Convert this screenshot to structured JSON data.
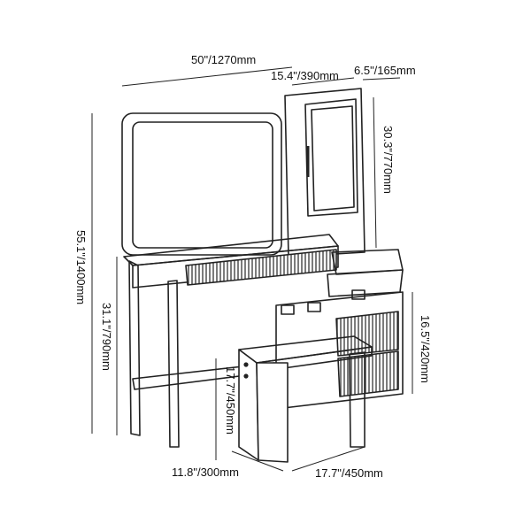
{
  "dimensions": {
    "total_width": "50\"/1270mm",
    "cabinet_width": "15.4\"/390mm",
    "cabinet_depth": "6.5\"/165mm",
    "cabinet_height": "30.3\"/770mm",
    "total_height": "55.1\"/1400mm",
    "table_height": "31.1\"/790mm",
    "drawer_unit_height": "16.5\"/420mm",
    "stool_height": "17.7\"/450mm",
    "stool_depth": "11.8\"/300mm",
    "stool_width": "17.7\"/450mm"
  },
  "colors": {
    "line": "#222222",
    "drawer_fill": "#555555"
  }
}
